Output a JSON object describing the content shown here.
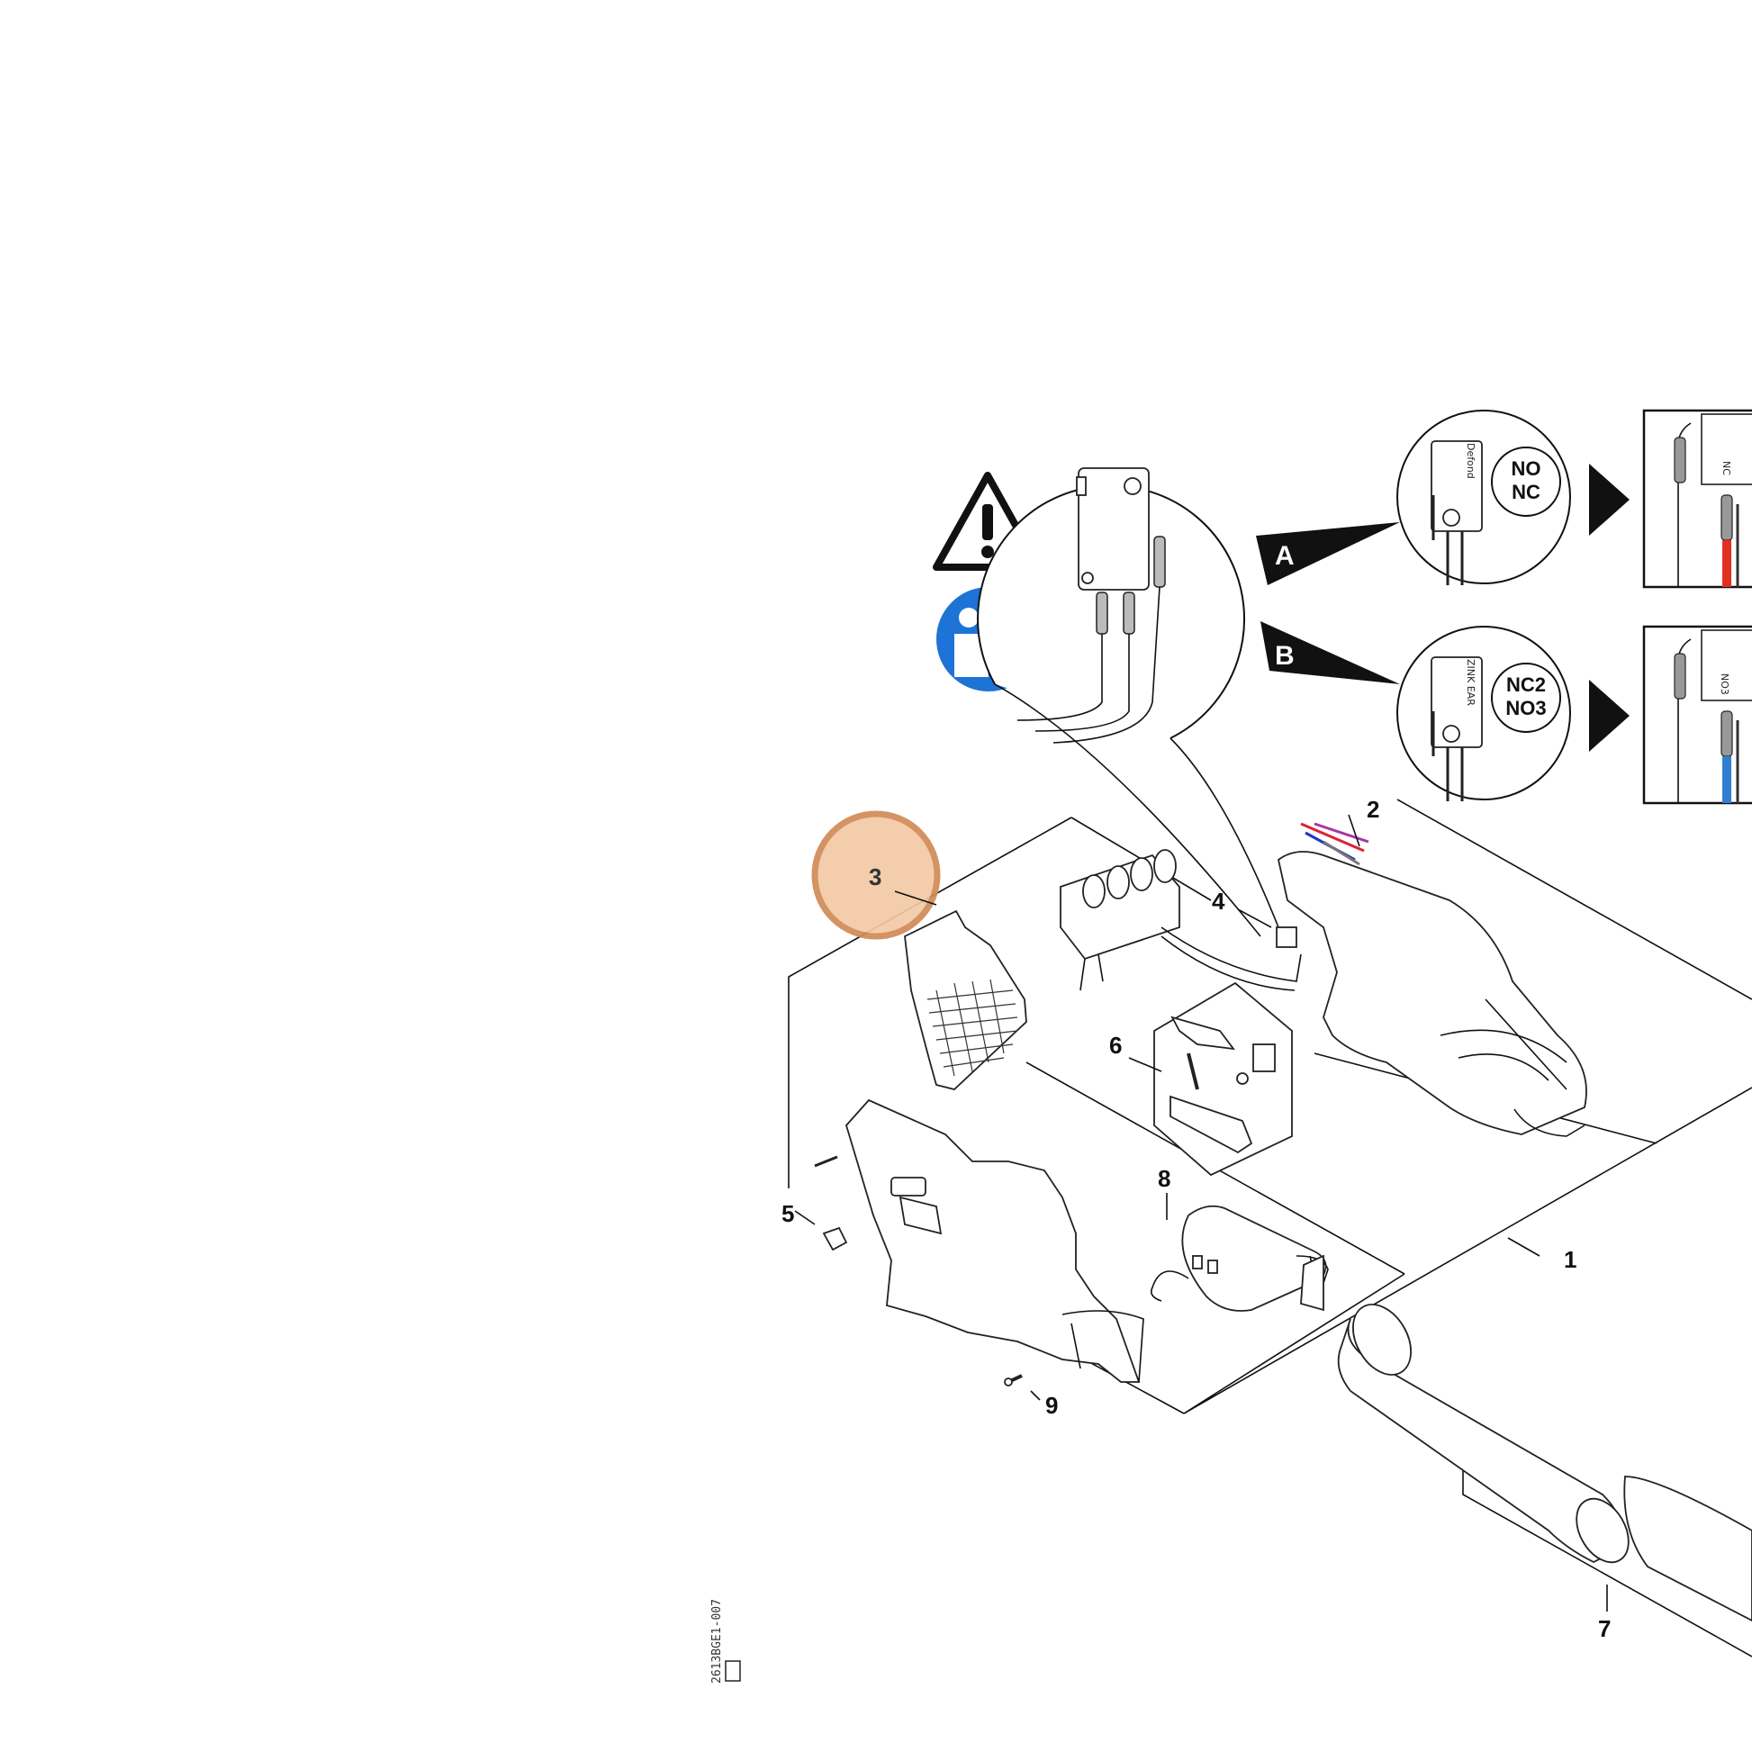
{
  "callouts": {
    "c1": "1",
    "c2": "2",
    "c3": "3",
    "c4": "4",
    "c5": "5",
    "c6": "6",
    "c7": "7",
    "c8": "8",
    "c9": "9"
  },
  "variants": {
    "a": {
      "letter": "A",
      "switch_brand": "Defond",
      "bubble_line1": "NO",
      "bubble_line2": "NC",
      "wire_label": "NC"
    },
    "b": {
      "letter": "B",
      "switch_brand": "ZINK EAR",
      "bubble_line1": "NC2",
      "bubble_line2": "NO3",
      "wire_label": "NO3"
    }
  },
  "reference_code": "2613BGE1-007",
  "colors": {
    "highlight_fill": "#f2c9a6",
    "highlight_ring": "#d08a55",
    "manual_icon_blue": "#1e73d6",
    "wire_red": "#e03020",
    "wire_blue": "#2f80d0"
  },
  "icons": [
    "warning-triangle-icon",
    "read-manual-icon"
  ]
}
